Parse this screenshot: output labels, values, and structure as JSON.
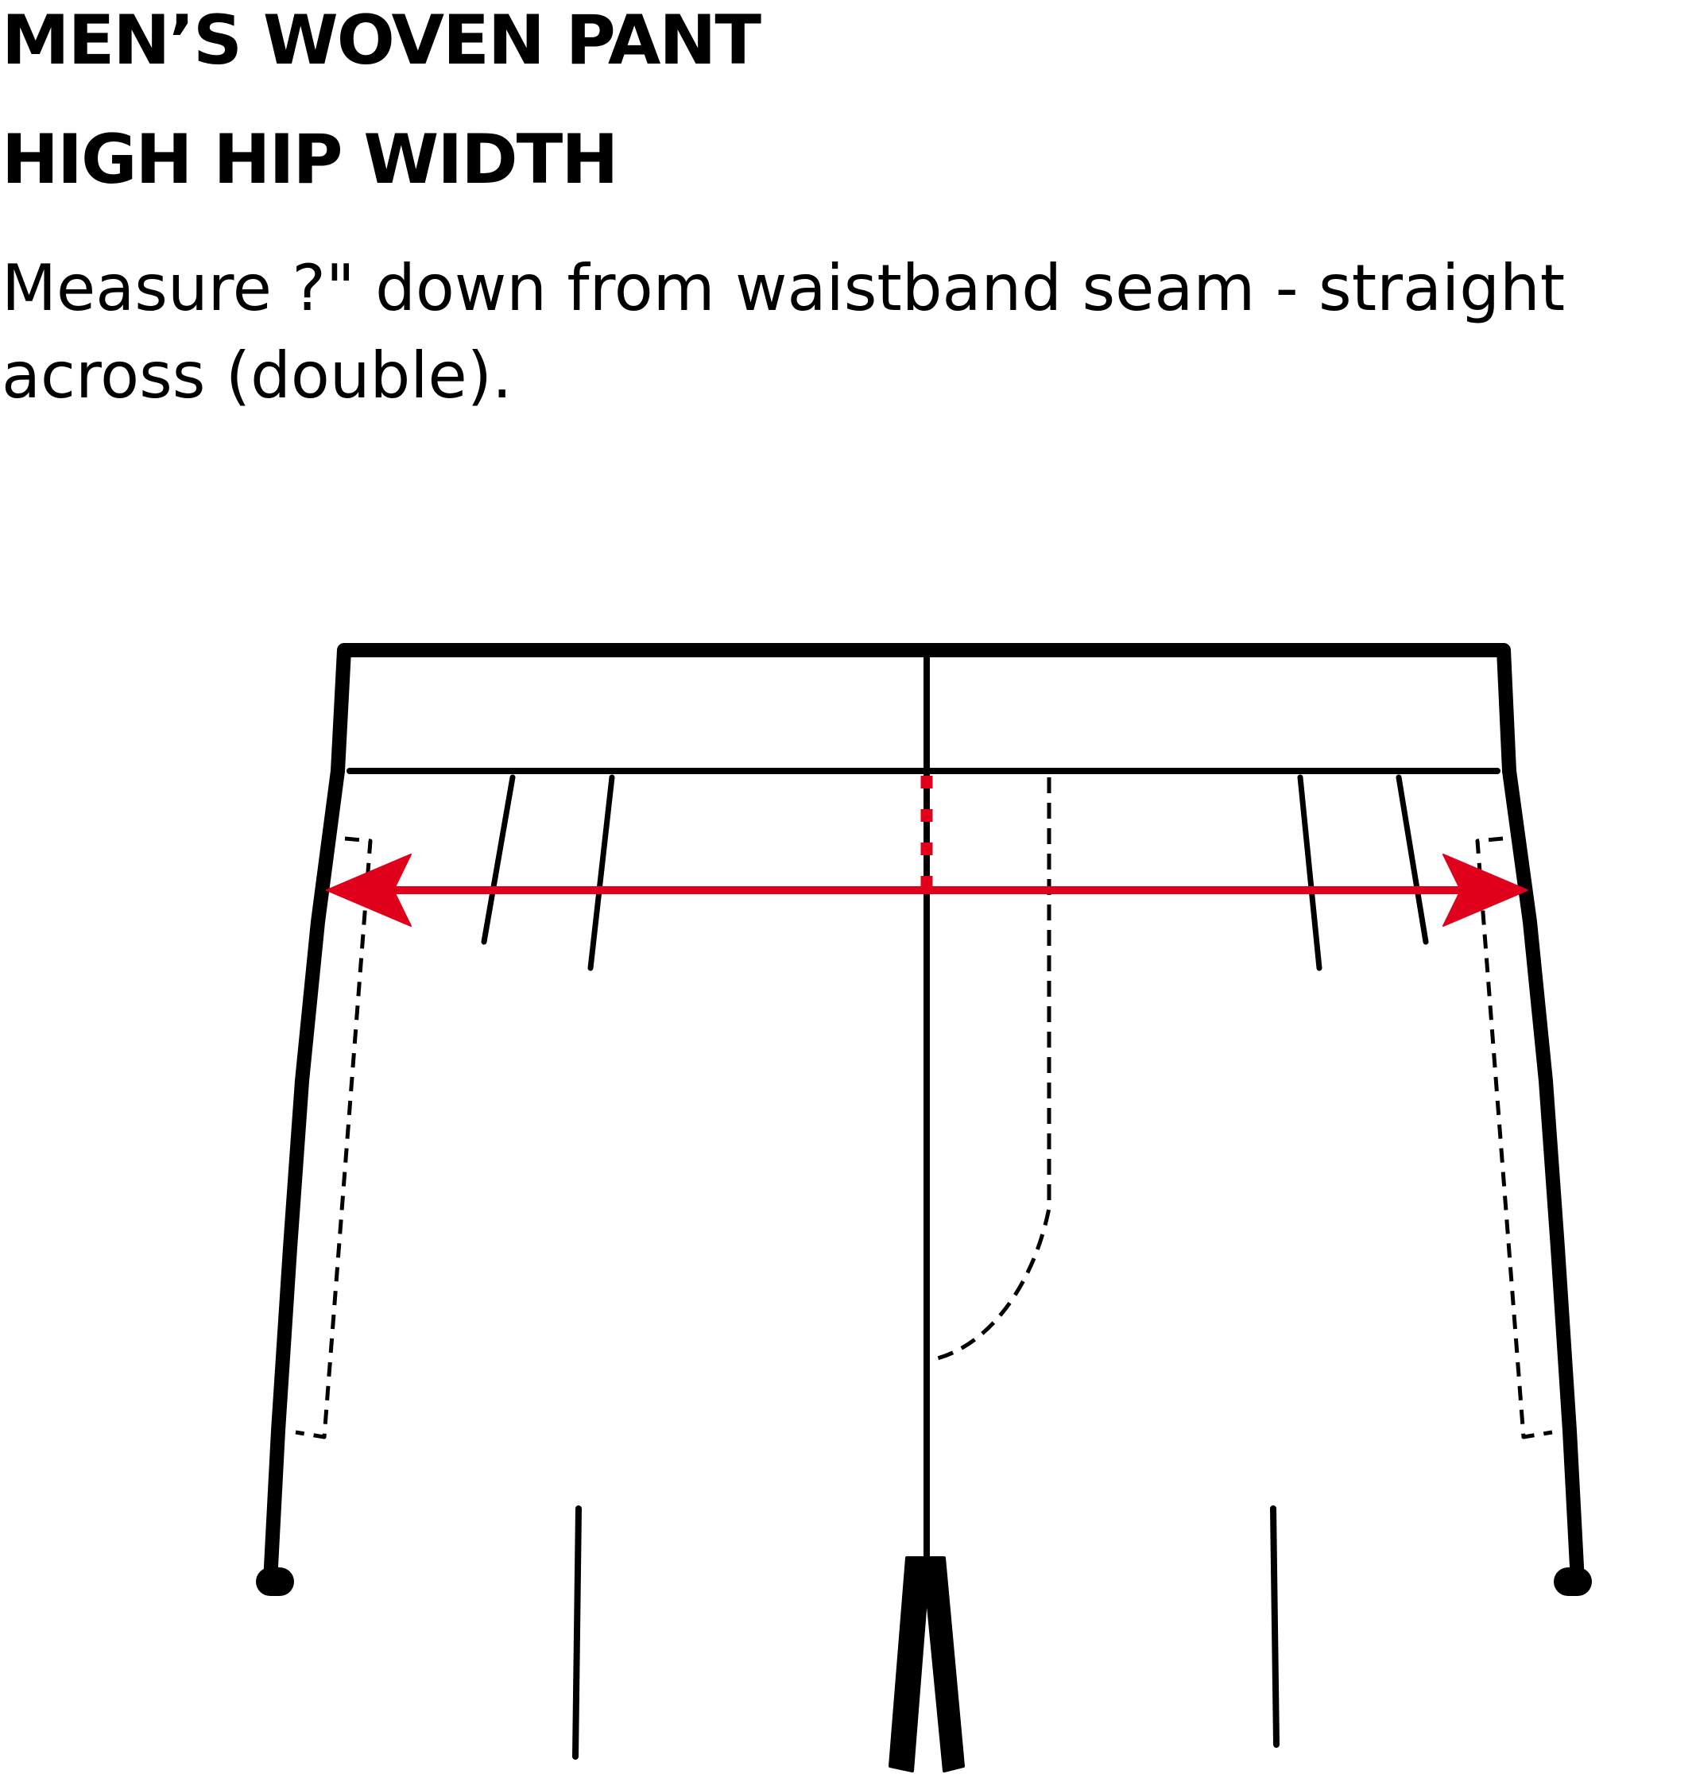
{
  "header": {
    "title": "MEN’S WOVEN PANT",
    "subtitle": "HIGH HIP WIDTH",
    "instructions": "Measure ?\" down from waistband seam - straight across (double)."
  },
  "colors": {
    "outline": "#000000",
    "measurement": "#e0001b",
    "background": "#ffffff"
  },
  "diagram": {
    "subject": "pant front view",
    "measurement": "high hip width",
    "measure_direction": "straight across",
    "arrow_style": "double-headed"
  }
}
